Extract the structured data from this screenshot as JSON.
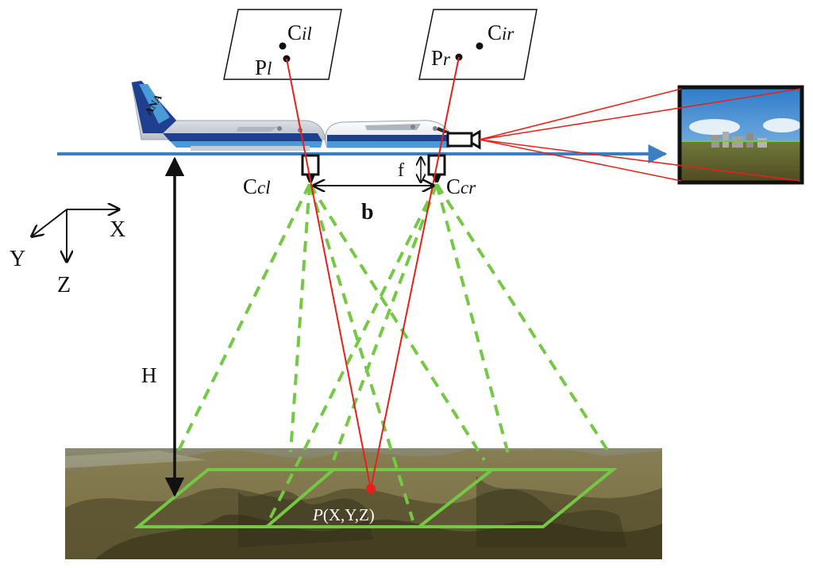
{
  "labels": {
    "left_image_center": {
      "main": "C",
      "sub": "il"
    },
    "right_image_center": {
      "main": "C",
      "sub": "ir"
    },
    "left_image_point": {
      "main": "P",
      "sub": "l"
    },
    "right_image_point": {
      "main": "P",
      "sub": "r"
    },
    "left_camera": {
      "main": "C",
      "sub": "cl"
    },
    "right_camera": {
      "main": "C",
      "sub": "cr"
    },
    "baseline": "b",
    "focal_length": "f",
    "flight_height": "H",
    "axis_x": "X",
    "axis_y": "Y",
    "axis_z": "Z",
    "ground_point": {
      "italic": "P",
      "rest": "(X,Y,Z)"
    },
    "aircraft_livery": "ANA"
  },
  "colors": {
    "flight_line": "#3a7fc4",
    "footprint": "#74c843",
    "rays": "#e8201b",
    "ground_point": "#e8201b",
    "aircraft_tail": "#1f3f8f",
    "arrows": "#111111"
  },
  "icons": {
    "aircraft": "airliner-illustration",
    "forward_camera_view": "landscape-photo",
    "terrain": "mountain-terrain-photo"
  }
}
